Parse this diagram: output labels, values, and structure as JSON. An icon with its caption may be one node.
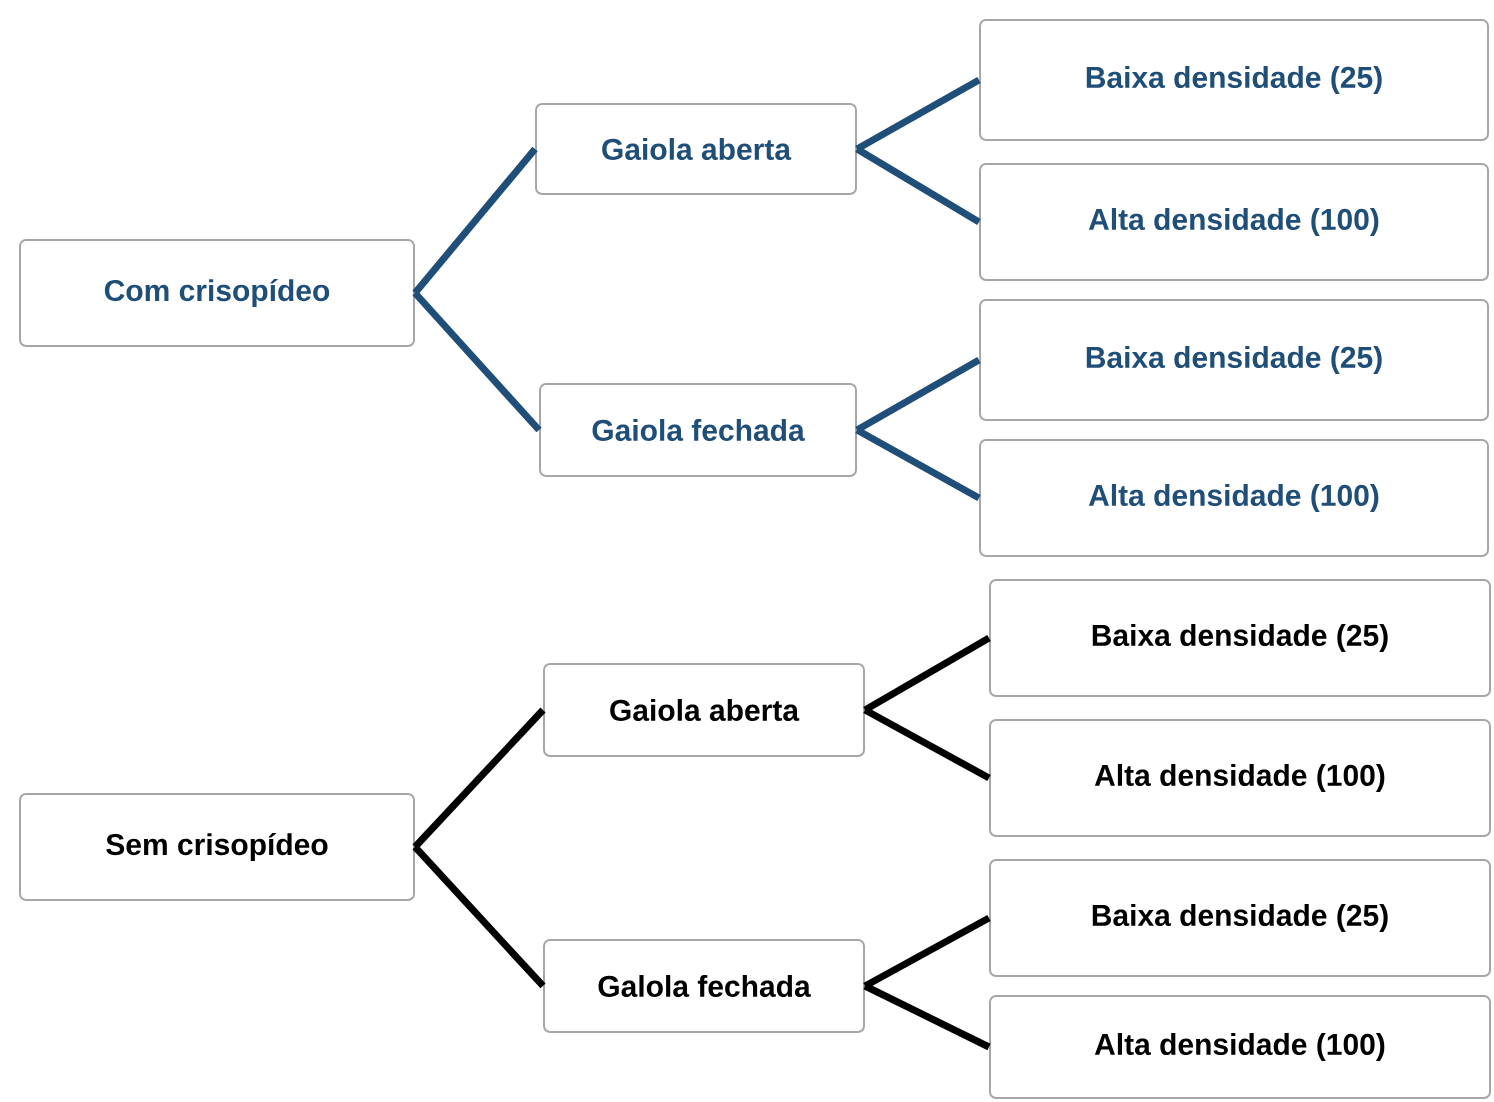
{
  "diagram": {
    "nodes": [
      {
        "text": [
          "Com crisopídeo"
        ]
      },
      {
        "text": [
          "Gaiola aberta"
        ]
      },
      {
        "text": [
          "Baixa densidade (25)"
        ]
      },
      {
        "text": [
          "Alta densidade (100)"
        ]
      },
      {
        "text": [
          "Gaiola fechada"
        ]
      },
      {
        "text": [
          "Baixa densidade (25)"
        ]
      },
      {
        "text": [
          "Alta densidade (100)"
        ]
      },
      {
        "text": [
          "Sem crisopídeo"
        ]
      },
      {
        "text": [
          "Gaiola aberta"
        ]
      },
      {
        "text": [
          "Baixa densidade (25)"
        ]
      },
      {
        "text": [
          "Alta densidade (100)"
        ]
      },
      {
        "text": [
          "Galola fechada"
        ]
      },
      {
        "text": [
          "Baixa densidade (25)"
        ]
      },
      {
        "text": [
          "Alta densidade (100)"
        ]
      }
    ],
    "edges": [
      {
        "from": 0,
        "to": 1,
        "arrow": "none",
        "color": "#1f4e79"
      },
      {
        "from": 0,
        "to": 4,
        "arrow": "none",
        "color": "#1f4e79"
      },
      {
        "from": 1,
        "to": 2,
        "arrow": "none",
        "color": "#1f4e79"
      },
      {
        "from": 1,
        "to": 3,
        "arrow": "none",
        "color": "#1f4e79"
      },
      {
        "from": 4,
        "to": 5,
        "arrow": "none",
        "color": "#1f4e79"
      },
      {
        "from": 4,
        "to": 6,
        "arrow": "none",
        "color": "#1f4e79"
      },
      {
        "from": 7,
        "to": 8,
        "arrow": "none",
        "color": "#000000"
      },
      {
        "from": 7,
        "to": 11,
        "arrow": "none",
        "color": "#000000"
      },
      {
        "from": 8,
        "to": 9,
        "arrow": "none",
        "color": "#000000"
      },
      {
        "from": 8,
        "to": 10,
        "arrow": "none",
        "color": "#000000"
      },
      {
        "from": 11,
        "to": 12,
        "arrow": "none",
        "color": "#000000"
      },
      {
        "from": 11,
        "to": 13,
        "arrow": "none",
        "color": "#000000"
      }
    ]
  }
}
